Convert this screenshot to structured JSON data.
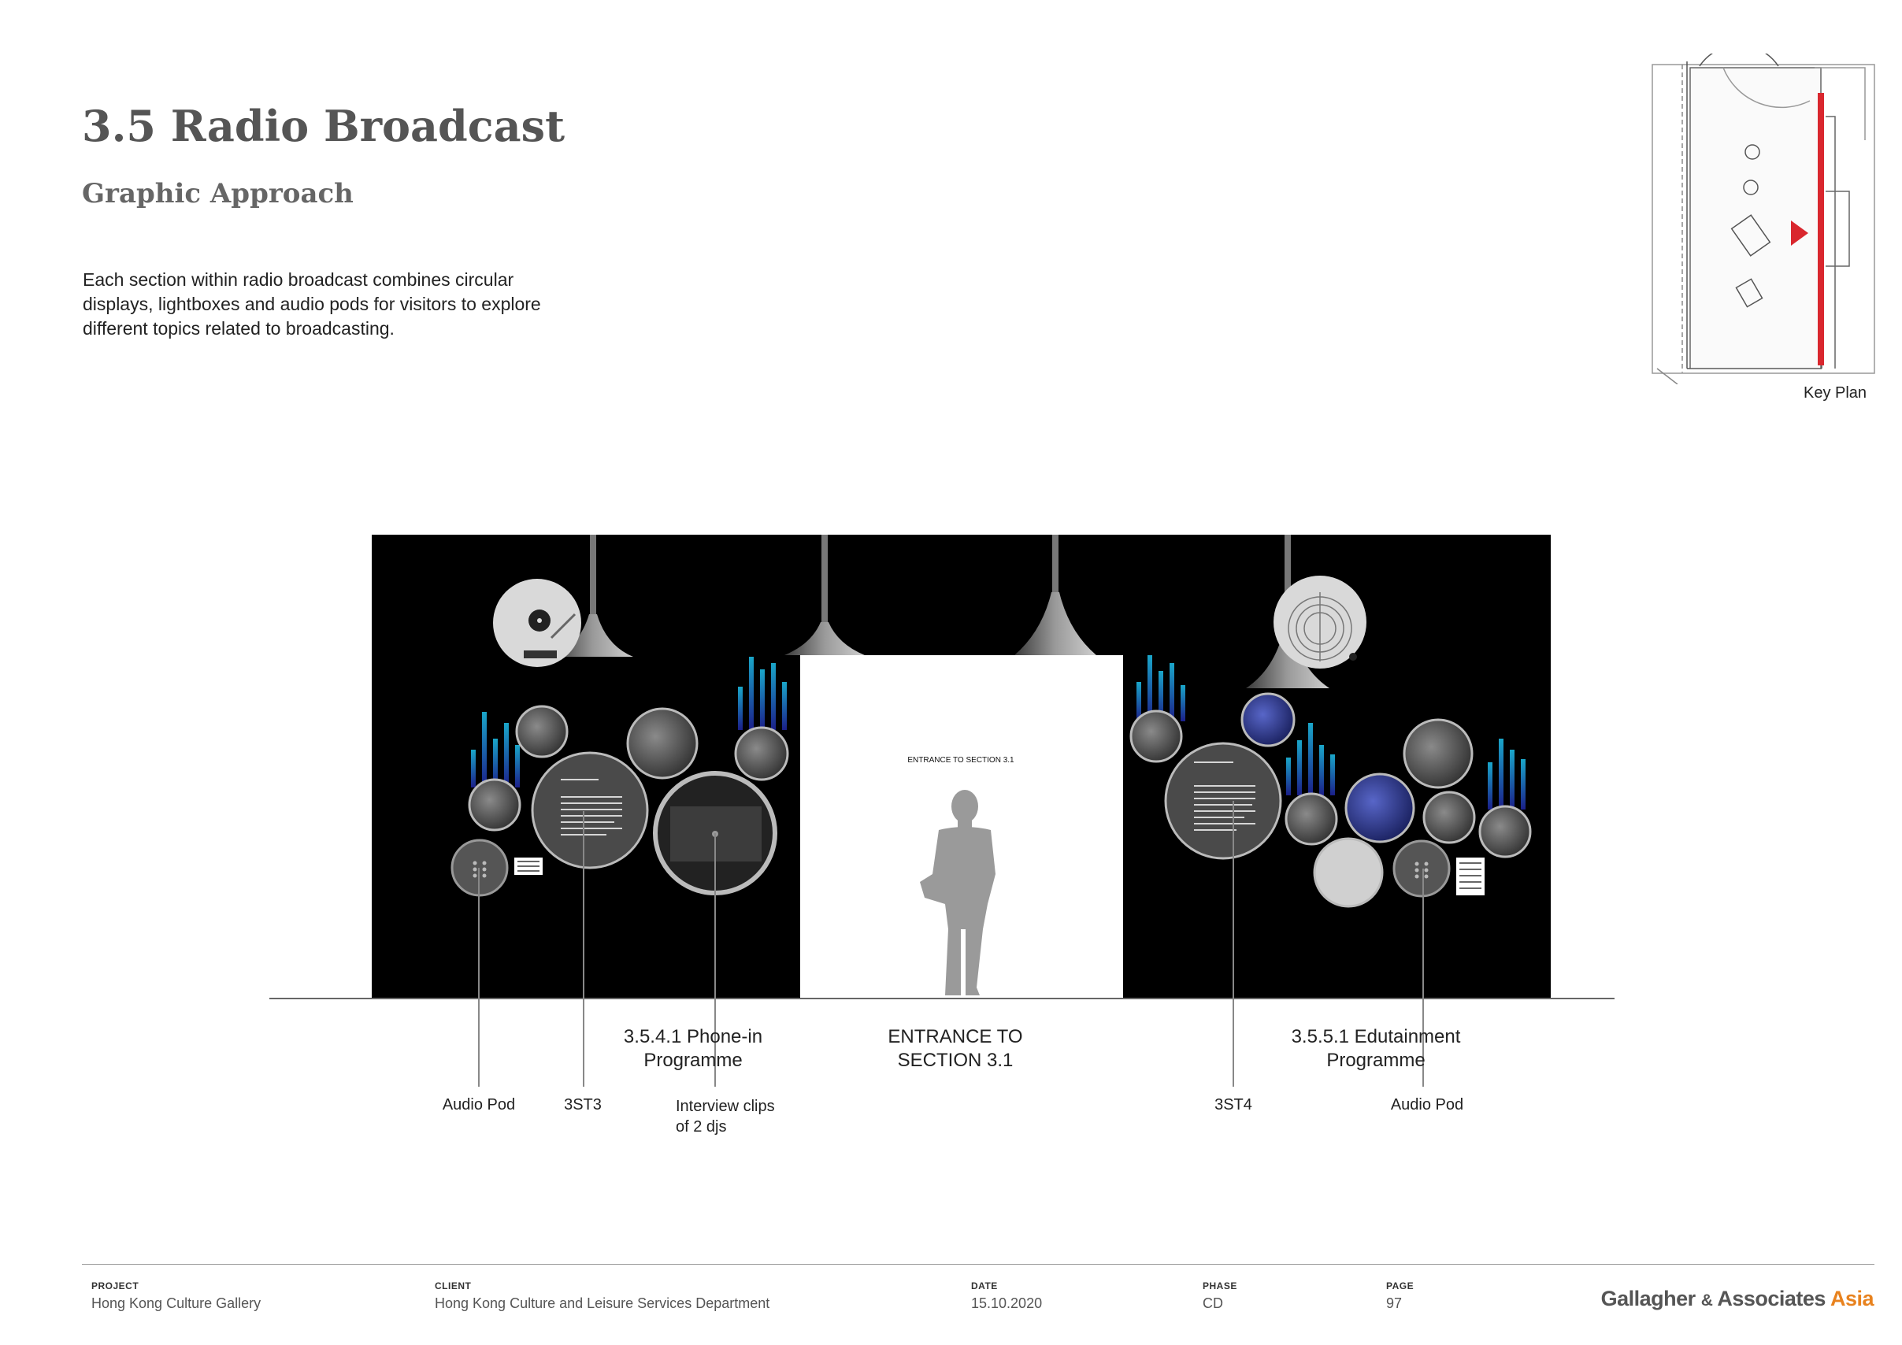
{
  "header": {
    "title": "3.5 Radio Broadcast",
    "subtitle": "Graphic Approach",
    "intro": "Each section within radio broadcast combines circular displays, lightboxes and audio pods for visitors to explore different topics related to broadcasting."
  },
  "key_plan": {
    "label": "Key Plan",
    "accent_color": "#d9272e"
  },
  "elevation": {
    "entrance_sign": "ENTRANCE TO SECTION 3.1",
    "section_titles": {
      "phone_in": "3.5.4.1 Phone-in Programme",
      "entrance": "ENTRANCE TO SECTION 3.1",
      "edutainment": "3.5.5.1 Edutainment Programme"
    },
    "callouts": {
      "audio_pod_left": "Audio Pod",
      "st3": "3ST3",
      "interview": "Interview clips of 2 djs",
      "st4": "3ST4",
      "audio_pod_right": "Audio Pod"
    },
    "colors": {
      "wall": "#000000",
      "entrance": "#ffffff",
      "figure": "#9a9a9a",
      "bars_top": "#1aa6c9",
      "bars_bottom": "#1b1f8a"
    }
  },
  "footer": {
    "project_label": "PROJECT",
    "project": "Hong Kong Culture Gallery",
    "client_label": "CLIENT",
    "client": "Hong Kong Culture and Leisure Services Department",
    "date_label": "DATE",
    "date": "15.10.2020",
    "phase_label": "PHASE",
    "phase": "CD",
    "page_label": "PAGE",
    "page": "97",
    "logo": {
      "main": "Gallagher",
      "amp": "&",
      "associates": "Associates",
      "asia": "Asia",
      "asia_color": "#e8821e"
    }
  }
}
